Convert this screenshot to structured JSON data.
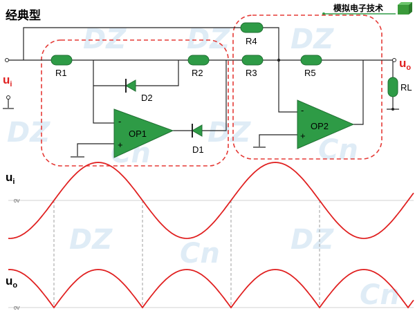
{
  "header": {
    "title": "经典型",
    "brand": "模拟电子技术"
  },
  "labels": {
    "r1": "R1",
    "r2": "R2",
    "r3": "R3",
    "r4": "R4",
    "r5": "R5",
    "rl": "RL",
    "d1": "D1",
    "d2": "D2",
    "op1": "OP1",
    "op2": "OP2",
    "minus": "-",
    "plus": "+"
  },
  "signals": {
    "input_letter": "u",
    "input_sub": "i",
    "output_letter": "u",
    "output_sub": "o"
  },
  "waveforms": {
    "ui_label_letter": "u",
    "ui_label_sub": "i",
    "uo_label_letter": "u",
    "uo_label_sub": "o",
    "zero_label_1": "0V",
    "zero_label_2": "0V"
  },
  "watermark": "DZ cn",
  "colors": {
    "component_green": "#2e9b46",
    "wire": "#222222",
    "dashed_box": "#e53935",
    "wave": "#e02020",
    "signal_label": "#e02020",
    "guide": "#9e9e9e"
  }
}
